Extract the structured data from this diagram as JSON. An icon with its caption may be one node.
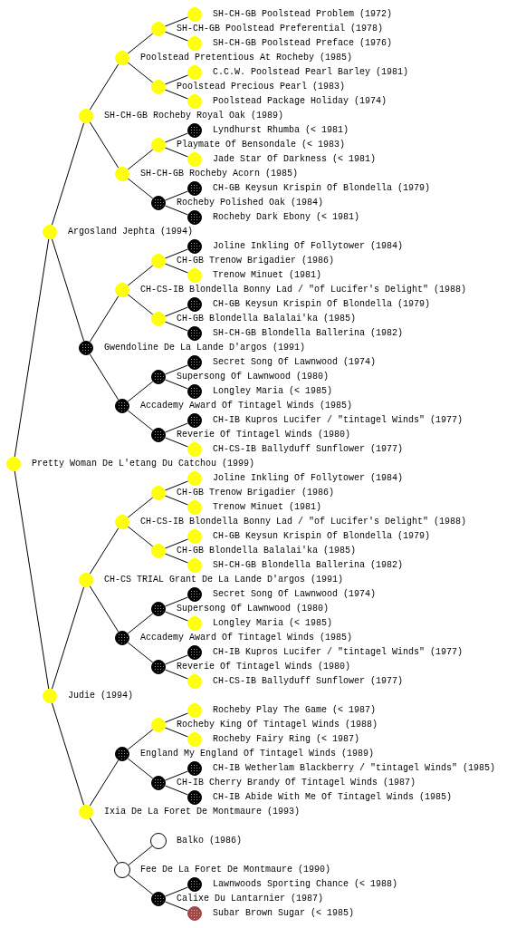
{
  "diagram": {
    "nodes": [
      {
        "text": [
          "SH-CH-GB Poolstead Problem (1972)"
        ]
      },
      {
        "text": [
          "SH-CH-GB Poolstead Preferential (1978)"
        ]
      },
      {
        "text": [
          "SH-CH-GB Poolstead Preface (1976)"
        ]
      },
      {
        "text": [
          "Poolstead Pretentious At Rocheby (1985)"
        ]
      },
      {
        "text": [
          "C.C.W. Poolstead Pearl Barley (1981)"
        ]
      },
      {
        "text": [
          "Poolstead Precious Pearl (1983)"
        ]
      },
      {
        "text": [
          "Poolstead Package Holiday (1974)"
        ]
      },
      {
        "text": [
          "SH-CH-GB Rocheby Royal Oak (1989)"
        ]
      },
      {
        "text": [
          "Lyndhurst Rhumba (< 1981)"
        ]
      },
      {
        "text": [
          "Playmate Of Bensondale (< 1983)"
        ]
      },
      {
        "text": [
          "Jade Star Of Darkness (< 1981)"
        ]
      },
      {
        "text": [
          "SH-CH-GB Rocheby Acorn (1985)"
        ]
      },
      {
        "text": [
          "CH-GB Keysun Krispin Of Blondella (1979)"
        ]
      },
      {
        "text": [
          "Rocheby Polished Oak (1984)"
        ]
      },
      {
        "text": [
          "Rocheby Dark Ebony (< 1981)"
        ]
      },
      {
        "text": [
          "Argosland Jephta (1994)"
        ]
      },
      {
        "text": [
          "Joline Inkling Of Follytower (1984)"
        ]
      },
      {
        "text": [
          "CH-GB Trenow Brigadier (1986)"
        ]
      },
      {
        "text": [
          "Trenow Minuet (1981)"
        ]
      },
      {
        "text": [
          "CH-CS-IB Blondella Bonny Lad / \"of Lucifer's Delight\" (1988)"
        ]
      },
      {
        "text": [
          "CH-GB Keysun Krispin Of Blondella (1979)"
        ]
      },
      {
        "text": [
          "CH-GB Blondella Balalai'ka (1985)"
        ]
      },
      {
        "text": [
          "SH-CH-GB Blondella Ballerina (1982)"
        ]
      },
      {
        "text": [
          "Gwendoline De La Lande D'argos (1991)"
        ]
      },
      {
        "text": [
          "Secret Song Of Lawnwood (1974)"
        ]
      },
      {
        "text": [
          "Supersong Of Lawnwood (1980)"
        ]
      },
      {
        "text": [
          "Longley Maria (< 1985)"
        ]
      },
      {
        "text": [
          "Accademy Award Of Tintagel Winds (1985)"
        ]
      },
      {
        "text": [
          "CH-IB Kupros Lucifer / \"tintagel Winds\" (1977)"
        ]
      },
      {
        "text": [
          "Reverie Of Tintagel Winds (1980)"
        ]
      },
      {
        "text": [
          "CH-CS-IB Ballyduff Sunflower (1977)"
        ]
      },
      {
        "text": [
          "Pretty Woman De L'etang Du Catchou (1999)"
        ]
      },
      {
        "text": [
          "Joline Inkling Of Follytower (1984)"
        ]
      },
      {
        "text": [
          "CH-GB Trenow Brigadier (1986)"
        ]
      },
      {
        "text": [
          "Trenow Minuet (1981)"
        ]
      },
      {
        "text": [
          "CH-CS-IB Blondella Bonny Lad / \"of Lucifer's Delight\" (1988)"
        ]
      },
      {
        "text": [
          "CH-GB Keysun Krispin Of Blondella (1979)"
        ]
      },
      {
        "text": [
          "CH-GB Blondella Balalai'ka (1985)"
        ]
      },
      {
        "text": [
          "SH-CH-GB Blondella Ballerina (1982)"
        ]
      },
      {
        "text": [
          "CH-CS TRIAL Grant De La Lande D'argos (1991)"
        ]
      },
      {
        "text": [
          "Secret Song Of Lawnwood (1974)"
        ]
      },
      {
        "text": [
          "Supersong Of Lawnwood (1980)"
        ]
      },
      {
        "text": [
          "Longley Maria (< 1985)"
        ]
      },
      {
        "text": [
          "Accademy Award Of Tintagel Winds (1985)"
        ]
      },
      {
        "text": [
          "CH-IB Kupros Lucifer / \"tintagel Winds\" (1977)"
        ]
      },
      {
        "text": [
          "Reverie Of Tintagel Winds (1980)"
        ]
      },
      {
        "text": [
          "CH-CS-IB Ballyduff Sunflower (1977)"
        ]
      },
      {
        "text": [
          "Judie (1994)"
        ]
      },
      {
        "text": [
          "Rocheby Play The Game (< 1987)"
        ]
      },
      {
        "text": [
          "Rocheby King Of Tintagel Winds (1988)"
        ]
      },
      {
        "text": [
          "Rocheby Fairy Ring (< 1987)"
        ]
      },
      {
        "text": [
          "England My England Of Tintagel Winds (1989)"
        ]
      },
      {
        "text": [
          "CH-IB Wetherlam Blackberry / \"tintagel Winds\" (1985)"
        ]
      },
      {
        "text": [
          "CH-IB Cherry Brandy Of Tintagel Winds (1987)"
        ]
      },
      {
        "text": [
          "CH-IB Abide With Me Of Tintagel Winds (1985)"
        ]
      },
      {
        "text": [
          "Ixia De La Foret De Montmaure (1993)"
        ]
      },
      {
        "text": [
          "Balko (1986)"
        ]
      },
      {
        "text": [
          "Fee De La Foret De Montmaure (1990)"
        ]
      },
      {
        "text": [
          "Lawnwoods Sporting Chance (< 1988)"
        ]
      },
      {
        "text": [
          "Calixe Du Lantarnier (1987)"
        ]
      },
      {
        "text": [
          "Subar Brown Sugar (< 1985)"
        ]
      }
    ],
    "edges": [
      {
        "from": 31,
        "to": 15,
        "arrow": "none"
      },
      {
        "from": 31,
        "to": 47,
        "arrow": "none"
      },
      {
        "from": 15,
        "to": 7,
        "arrow": "none"
      },
      {
        "from": 15,
        "to": 23,
        "arrow": "none"
      },
      {
        "from": 47,
        "to": 39,
        "arrow": "none"
      },
      {
        "from": 47,
        "to": 55,
        "arrow": "none"
      },
      {
        "from": 7,
        "to": 3,
        "arrow": "none"
      },
      {
        "from": 7,
        "to": 11,
        "arrow": "none"
      },
      {
        "from": 23,
        "to": 19,
        "arrow": "none"
      },
      {
        "from": 23,
        "to": 27,
        "arrow": "none"
      },
      {
        "from": 39,
        "to": 35,
        "arrow": "none"
      },
      {
        "from": 39,
        "to": 43,
        "arrow": "none"
      },
      {
        "from": 55,
        "to": 51,
        "arrow": "none"
      },
      {
        "from": 55,
        "to": 57,
        "arrow": "none"
      },
      {
        "from": 3,
        "to": 1,
        "arrow": "none"
      },
      {
        "from": 3,
        "to": 5,
        "arrow": "none"
      },
      {
        "from": 11,
        "to": 9,
        "arrow": "none"
      },
      {
        "from": 11,
        "to": 13,
        "arrow": "none"
      },
      {
        "from": 19,
        "to": 17,
        "arrow": "none"
      },
      {
        "from": 19,
        "to": 21,
        "arrow": "none"
      },
      {
        "from": 27,
        "to": 25,
        "arrow": "none"
      },
      {
        "from": 27,
        "to": 29,
        "arrow": "none"
      },
      {
        "from": 35,
        "to": 33,
        "arrow": "none"
      },
      {
        "from": 35,
        "to": 37,
        "arrow": "none"
      },
      {
        "from": 43,
        "to": 41,
        "arrow": "none"
      },
      {
        "from": 43,
        "to": 45,
        "arrow": "none"
      },
      {
        "from": 51,
        "to": 49,
        "arrow": "none"
      },
      {
        "from": 51,
        "to": 53,
        "arrow": "none"
      },
      {
        "from": 57,
        "to": 56,
        "arrow": "none"
      },
      {
        "from": 57,
        "to": 59,
        "arrow": "none"
      },
      {
        "from": 1,
        "to": 0,
        "arrow": "none"
      },
      {
        "from": 1,
        "to": 2,
        "arrow": "none"
      },
      {
        "from": 5,
        "to": 4,
        "arrow": "none"
      },
      {
        "from": 5,
        "to": 6,
        "arrow": "none"
      },
      {
        "from": 9,
        "to": 8,
        "arrow": "none"
      },
      {
        "from": 9,
        "to": 10,
        "arrow": "none"
      },
      {
        "from": 13,
        "to": 12,
        "arrow": "none"
      },
      {
        "from": 13,
        "to": 14,
        "arrow": "none"
      },
      {
        "from": 17,
        "to": 16,
        "arrow": "none"
      },
      {
        "from": 17,
        "to": 18,
        "arrow": "none"
      },
      {
        "from": 21,
        "to": 20,
        "arrow": "none"
      },
      {
        "from": 21,
        "to": 22,
        "arrow": "none"
      },
      {
        "from": 25,
        "to": 24,
        "arrow": "none"
      },
      {
        "from": 25,
        "to": 26,
        "arrow": "none"
      },
      {
        "from": 29,
        "to": 28,
        "arrow": "none"
      },
      {
        "from": 29,
        "to": 30,
        "arrow": "none"
      },
      {
        "from": 33,
        "to": 32,
        "arrow": "none"
      },
      {
        "from": 33,
        "to": 34,
        "arrow": "none"
      },
      {
        "from": 37,
        "to": 36,
        "arrow": "none"
      },
      {
        "from": 37,
        "to": 38,
        "arrow": "none"
      },
      {
        "from": 41,
        "to": 40,
        "arrow": "none"
      },
      {
        "from": 41,
        "to": 42,
        "arrow": "none"
      },
      {
        "from": 45,
        "to": 44,
        "arrow": "none"
      },
      {
        "from": 45,
        "to": 46,
        "arrow": "none"
      },
      {
        "from": 49,
        "to": 48,
        "arrow": "none"
      },
      {
        "from": 49,
        "to": 50,
        "arrow": "none"
      },
      {
        "from": 53,
        "to": 52,
        "arrow": "none"
      },
      {
        "from": 53,
        "to": 54,
        "arrow": "none"
      },
      {
        "from": 59,
        "to": 58,
        "arrow": "none"
      },
      {
        "from": 59,
        "to": 60,
        "arrow": "none"
      }
    ]
  }
}
